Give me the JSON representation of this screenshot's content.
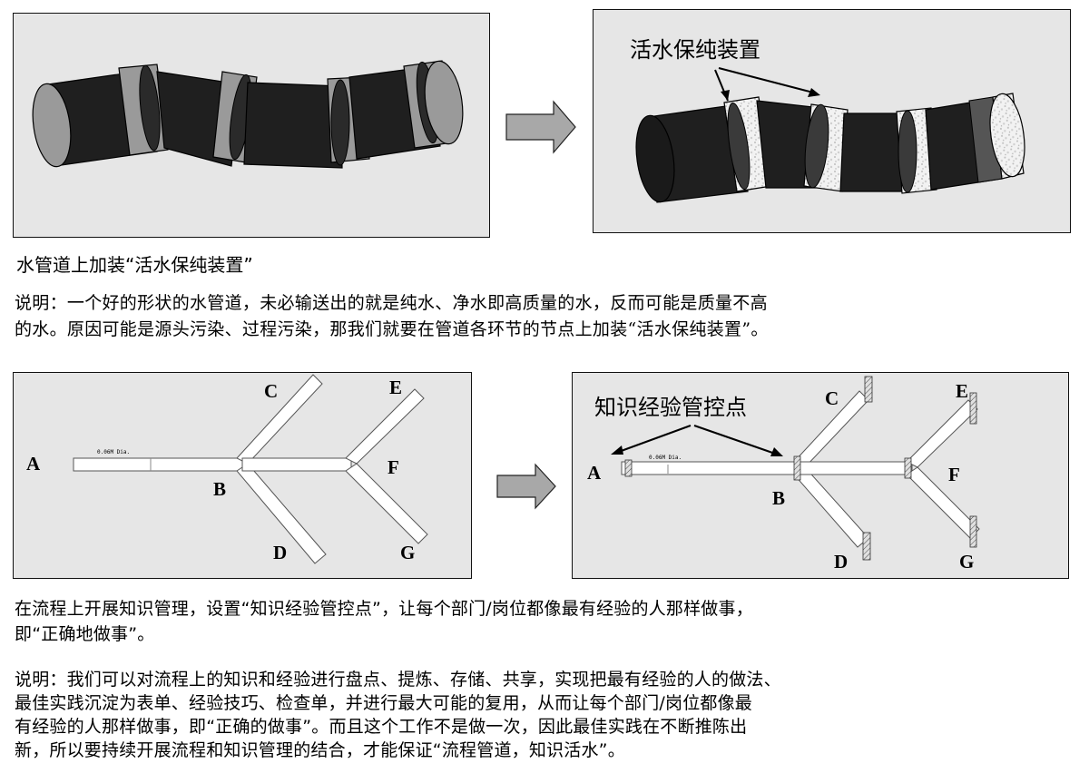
{
  "top": {
    "device_label": "活水保纯装置",
    "caption": "水管道上加装“活水保纯装置”",
    "explanation_lines": [
      "说明：一个好的形状的水管道，未必输送出的就是纯水、净水即高质量的水，反而可能是质量不高",
      "的水。原因可能是源头污染、过程污染，那我们就要在管道各环节的节点上加装“活水保纯装置”。"
    ]
  },
  "bottom": {
    "control_label": "知识经验管控点",
    "pipe_dia_label": "0.06M Dia.",
    "nodes": [
      "A",
      "B",
      "C",
      "D",
      "E",
      "F",
      "G"
    ],
    "caption_lines": [
      "在流程上开展知识管理，设置“知识经验管控点”，让每个部门/岗位都像最有经验的人那样做事，",
      "即“正确地做事”。"
    ],
    "explanation_lines": [
      "说明：我们可以对流程上的知识和经验进行盘点、提炼、存储、共享，实现把最有经验的人的做法、",
      "最佳实践沉淀为表单、经验技巧、检查单，并进行最大可能的复用，从而让每个部门/岗位都像最",
      "有经验的人那样做事，即“正确的做事”。而且这个工作不是做一次，因此最佳实践在不断推陈出",
      "新，所以要持续开展流程和知识管理的结合，才能保证“流程管道，知识活水”。"
    ]
  },
  "colors": {
    "panel_bg": "#e6e6e6",
    "pipe_dark": "#1f1f1f",
    "collar_gray": "#9a9a9a",
    "device_white": "#f2f2f2",
    "arrow_gray": "#a8a8a8"
  }
}
